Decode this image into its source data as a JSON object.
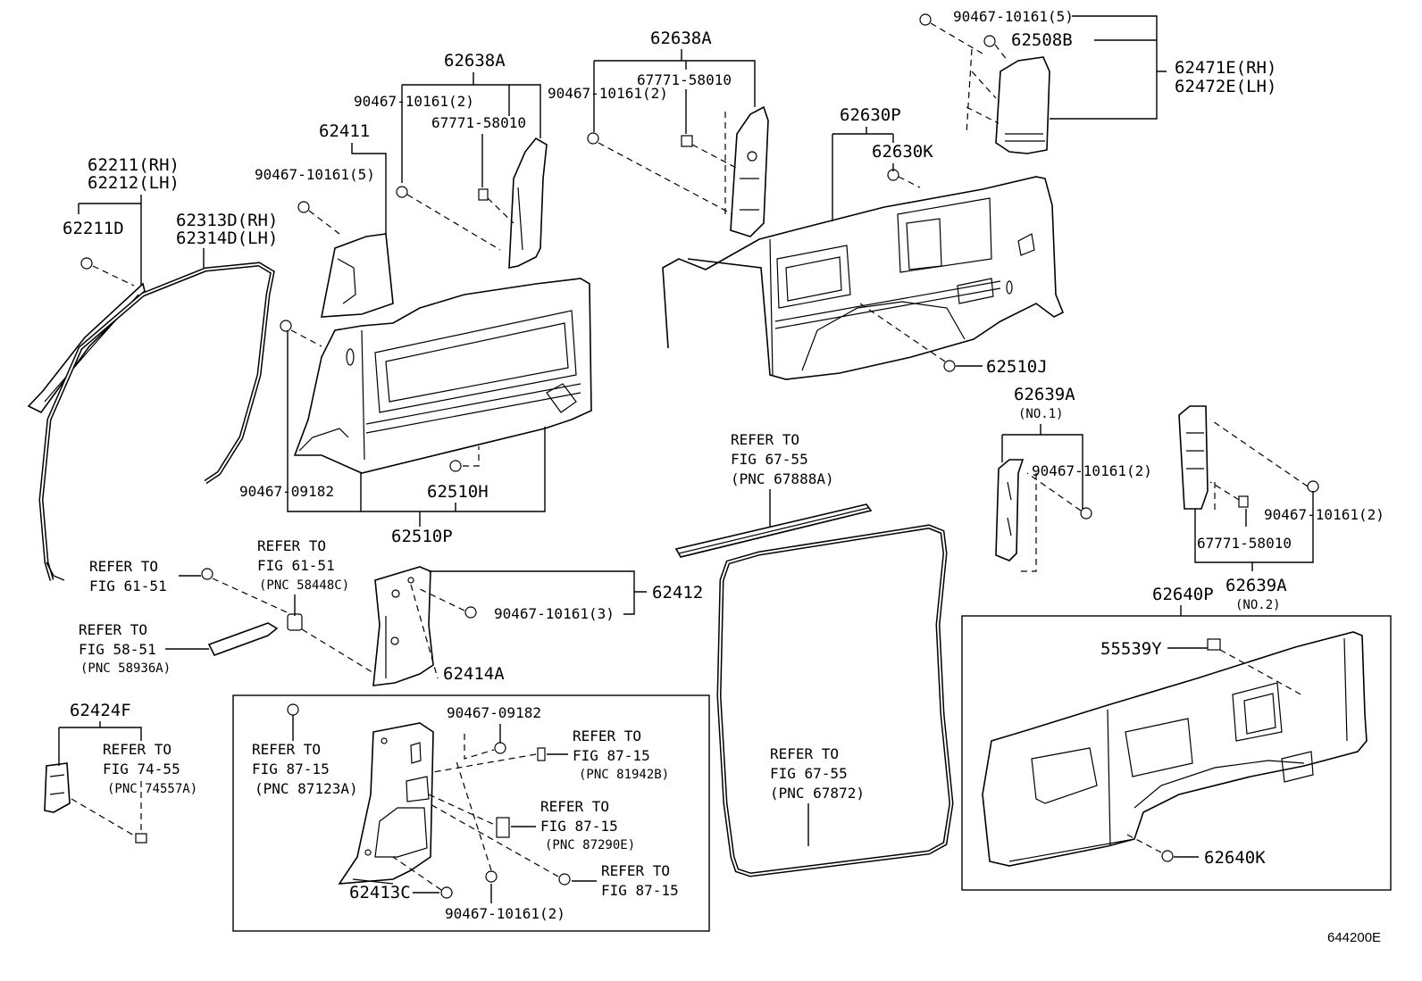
{
  "labels": {
    "p62211": "62211(RH)",
    "p62212": "62212(LH)",
    "p62211D": "62211D",
    "p62313D": "62313D(RH)",
    "p62314D": "62314D(LH)",
    "p62411": "62411",
    "p90467_5a": "90467-10161(5)",
    "p62638A_1": "62638A",
    "p90467_2a": "90467-10161(2)",
    "p67771_a": "67771-58010",
    "p62638A_2": "62638A",
    "p67771_b": "67771-58010",
    "p90467_2b": "90467-10161(2)",
    "p90467_5b": "90467-10161(5)",
    "p62508B": "62508B",
    "p62471E": "62471E(RH)",
    "p62472E": "62472E(LH)",
    "p62630P": "62630P",
    "p62630K": "62630K",
    "p62510J": "62510J",
    "p90467_09182a": "90467-09182",
    "p62510H": "62510H",
    "p62510P": "62510P",
    "p62639A_1": "62639A",
    "no1": "(NO.1)",
    "p90467_2c": "90467-10161(2)",
    "p90467_2d": "90467-10161(2)",
    "p67771_c": "67771-58010",
    "p62639A_2": "62639A",
    "no2": "(NO.2)",
    "p62412": "62412",
    "p90467_3": "90467-10161(3)",
    "p62414A": "62414A",
    "p62424F": "62424F",
    "p90467_09182b": "90467-09182",
    "p62413C": "62413C",
    "p90467_2e": "90467-10161(2)",
    "p62640P": "62640P",
    "p55539Y": "55539Y",
    "p62640K": "62640K",
    "refer_to": "REFER TO",
    "fig_61_51": "FIG 61-51",
    "fig_58_51": "FIG 58-51",
    "pnc_58936A": "(PNC 58936A)",
    "pnc_58448C": "(PNC 58448C)",
    "fig_74_55": "FIG 74-55",
    "pnc_74557A": "(PNC 74557A)",
    "fig_87_15": "FIG 87-15",
    "pnc_87123A": "(PNC 87123A)",
    "pnc_81942B": "(PNC 81942B)",
    "pnc_87290E": "(PNC 87290E)",
    "fig_67_55": "FIG 67-55",
    "pnc_67888A": "(PNC 67888A)",
    "pnc_67872": "(PNC 67872)",
    "diagram_id": "644200E"
  }
}
